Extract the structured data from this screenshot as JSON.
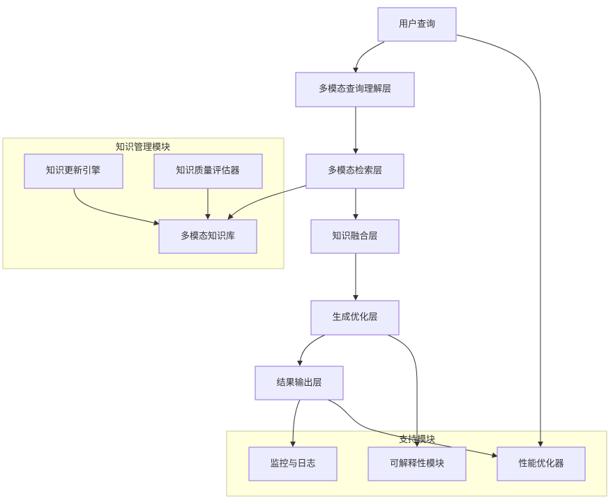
{
  "clusters": {
    "knowledge_management": {
      "label": "知识管理模块"
    },
    "support": {
      "label": "支持模块"
    }
  },
  "nodes": {
    "user_query": "用户查询",
    "multimodal_query_understanding": "多模态查询理解层",
    "multimodal_retrieval": "多模态检索层",
    "knowledge_fusion": "知识融合层",
    "generation_optimization": "生成优化层",
    "result_output": "结果输出层",
    "knowledge_update_engine": "知识更新引擎",
    "knowledge_quality_evaluator": "知识质量评估器",
    "multimodal_knowledge_base": "多模态知识库",
    "monitoring_logging": "监控与日志",
    "explainability_module": "可解释性模块",
    "performance_optimizer": "性能优化器"
  },
  "colors": {
    "node_fill": "#ececff",
    "node_stroke": "#9370db",
    "cluster_fill": "#ffffde",
    "cluster_stroke": "#c9c99a",
    "edge": "#333333",
    "text": "#333333"
  }
}
